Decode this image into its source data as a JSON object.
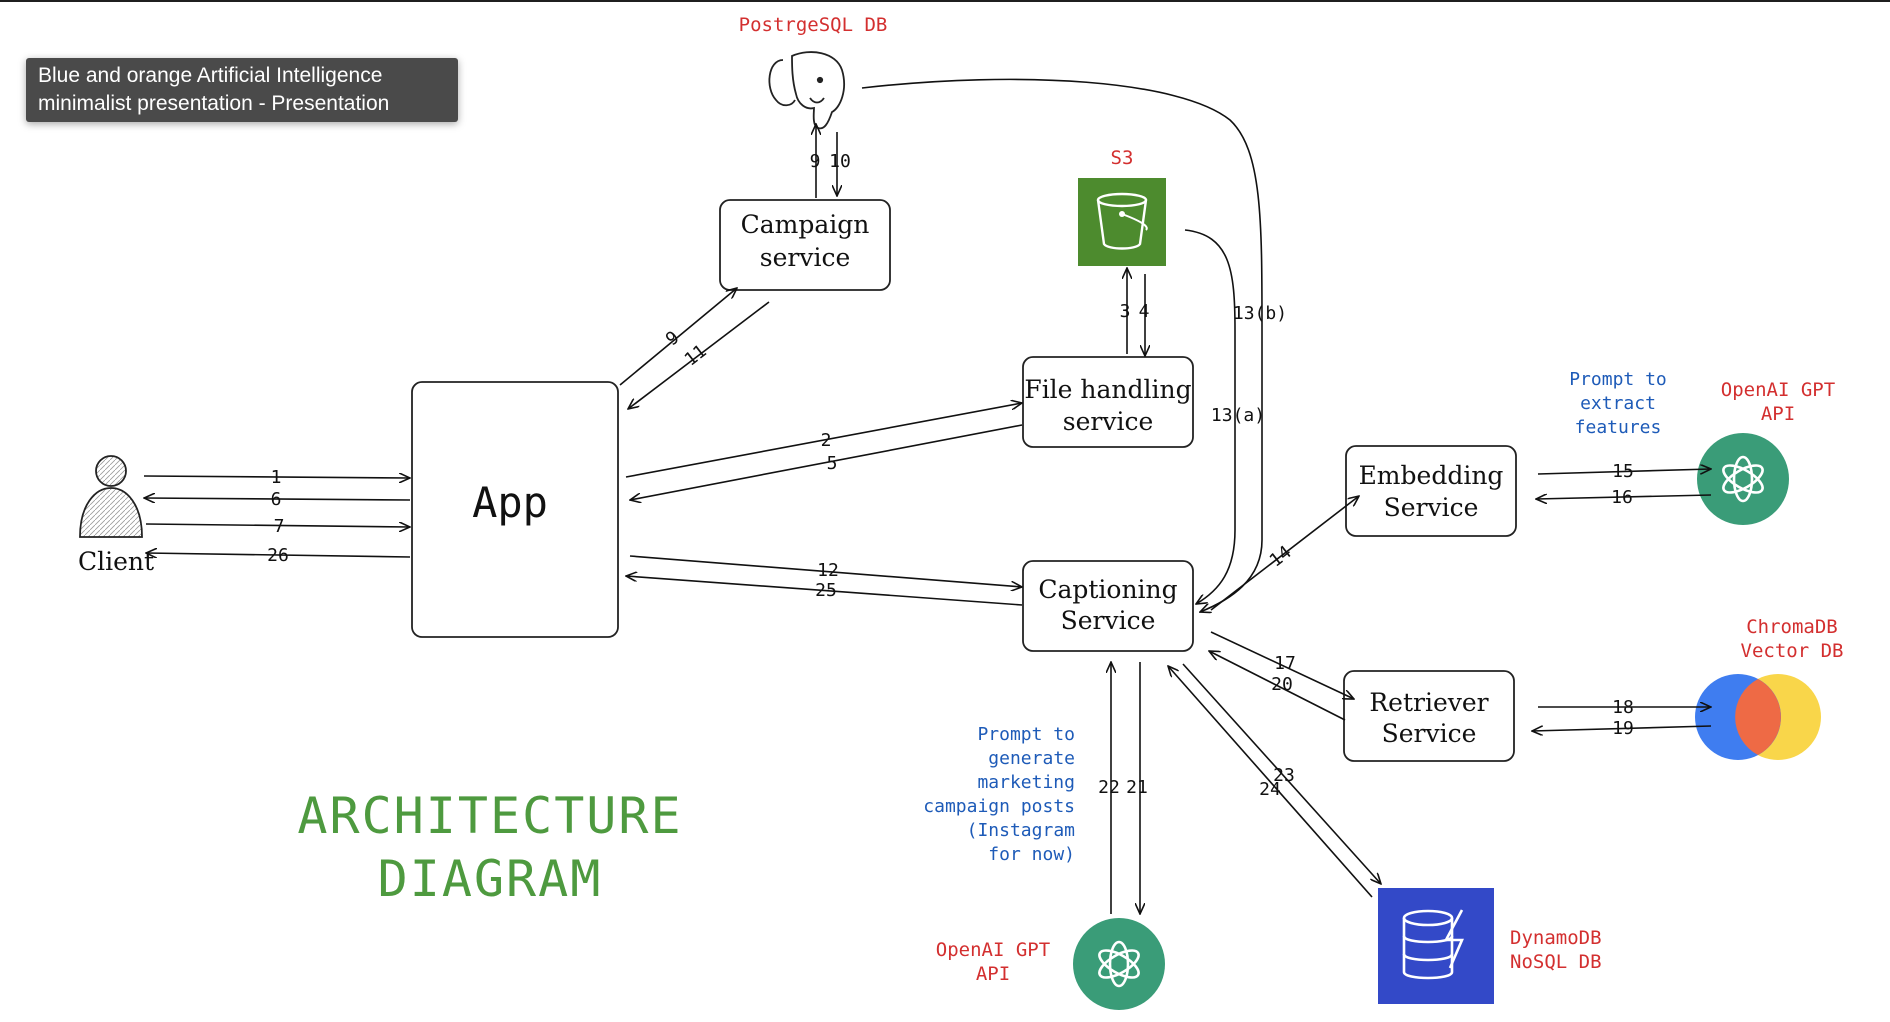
{
  "tooltip": {
    "line1": "Blue and orange Artificial Intelligence",
    "line2": "minimalist presentation - Presentation"
  },
  "diagram": {
    "title_line1": "ARCHITECTURE",
    "title_line2": "DIAGRAM",
    "nodes": {
      "client": "Client",
      "app": "App",
      "campaign_service": [
        "Campaign",
        "service"
      ],
      "file_handling_service": [
        "File handling",
        "service"
      ],
      "captioning_service": [
        "Captioning",
        "Service"
      ],
      "embedding_service": [
        "Embedding",
        "Service"
      ],
      "retriever_service": [
        "Retriever",
        "Service"
      ]
    },
    "external": {
      "postgres": "PostrgeSQL DB",
      "s3": "S3",
      "openai_top": [
        "OpenAI GPT",
        "API"
      ],
      "chromadb": [
        "ChromaDB",
        "Vector DB"
      ],
      "openai_bottom": [
        "OpenAI GPT",
        "API"
      ],
      "dynamodb": [
        "DynamoDB",
        "NoSQL DB"
      ]
    },
    "notes": {
      "extract": [
        "Prompt to",
        "extract",
        "features"
      ],
      "generate": [
        "Prompt to",
        "generate",
        "marketing",
        "campaign posts",
        "(Instagram",
        "for now)"
      ]
    },
    "edges": {
      "e1": "1",
      "e6": "6",
      "e7": "7",
      "e26": "26",
      "e2": "2",
      "e5": "5",
      "e12": "12",
      "e25": "25",
      "e9a": "9",
      "e11": "11",
      "e9b": "9",
      "e10": "10",
      "e3": "3",
      "e4": "4",
      "e13a": "13(a)",
      "e13b": "13(b)",
      "e14": "14",
      "e15": "15",
      "e16": "16",
      "e17": "17",
      "e20": "20",
      "e18": "18",
      "e19": "19",
      "e22": "22",
      "e21": "21",
      "e23": "23",
      "e24": "24"
    },
    "colors": {
      "title": "#4e9a3f",
      "external_label": "#d32f2f",
      "note": "#1e5bb8",
      "openai": "#3a9c78",
      "s3": "#4d8b2e",
      "dynamodb": "#3349c8"
    }
  }
}
